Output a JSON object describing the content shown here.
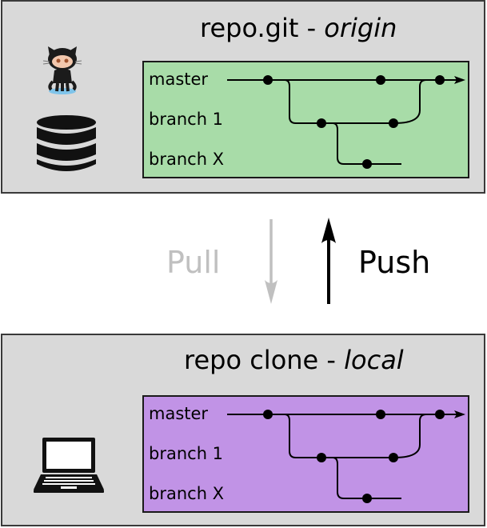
{
  "origin": {
    "title_main": "repo.git - ",
    "title_italic": "origin",
    "branches": [
      "master",
      "branch 1",
      "branch X"
    ],
    "colors": {
      "panel": "#d9d9d9",
      "graph": "#a8dca8"
    },
    "icons": [
      "github-octocat-icon",
      "database-icon"
    ]
  },
  "actions": {
    "pull": {
      "label": "Pull",
      "color": "#c0c0c0"
    },
    "push": {
      "label": "Push",
      "color": "#000000"
    }
  },
  "local": {
    "title_main": "repo clone - ",
    "title_italic": "local",
    "branches": [
      "master",
      "branch 1",
      "branch X"
    ],
    "colors": {
      "panel": "#d9d9d9",
      "graph": "#c193e6"
    },
    "icons": [
      "laptop-icon"
    ]
  }
}
